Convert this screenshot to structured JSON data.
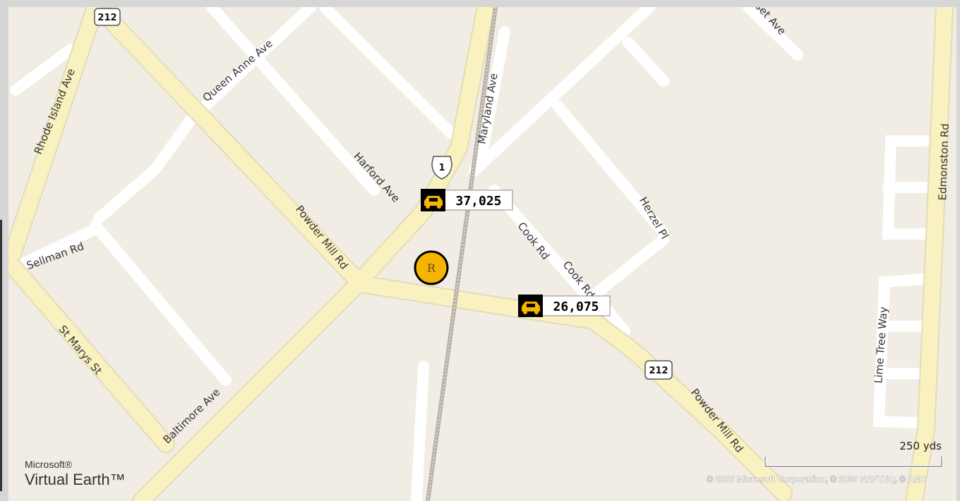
{
  "map": {
    "road_labels": [
      "Rhode Island Ave",
      "Queen Anne Ave",
      "Harford Ave",
      "Maryland Ave",
      "Powder Mill Rd",
      "Sellman Rd",
      "St Marys St",
      "Baltimore Ave",
      "Cook Rd",
      "Cook Rd",
      "Herzel Pl",
      "Edmonston Rd",
      "Lime Tree Way",
      "Powder Mill Rd",
      "set Ave"
    ],
    "shields": [
      "212",
      "1",
      "212"
    ],
    "traffic_counts": [
      "37,025",
      "26,075"
    ],
    "marker_label": "R",
    "scale_label": "250 yds",
    "copyright": "© 2006 Microsoft Corporation, © 2006 NAVTEQ, © AND",
    "brand_line1": "Microsoft®",
    "brand_line2": "Virtual Earth™",
    "colors": {
      "land": "#f1ece4",
      "minor_road": "#ffffff",
      "major_road": "#f9f2c0",
      "road_edge": "#e3dcb6",
      "marker": "#f5b400"
    },
    "icons": [
      "car-icon",
      "car-icon",
      "marker-icon"
    ]
  }
}
